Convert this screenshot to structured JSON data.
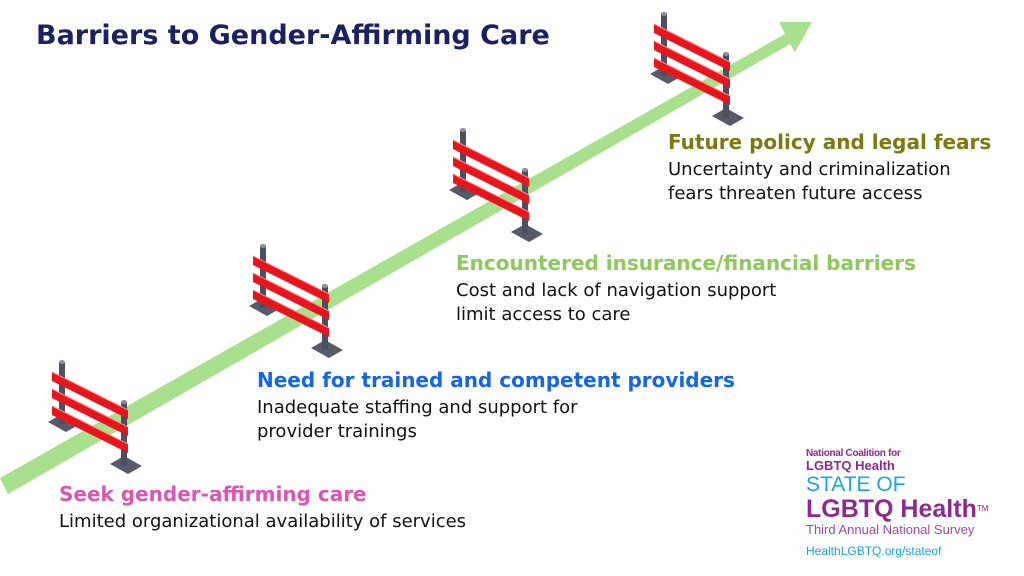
{
  "title": "Barriers to Gender-Affirming Care",
  "steps": [
    {
      "heading": "Seek gender-affirming care",
      "lines": [
        "Limited organizational availability of services"
      ],
      "color": "#d957b4"
    },
    {
      "heading": "Need for trained and competent providers",
      "lines": [
        "Inadequate staffing and support for",
        "provider trainings"
      ],
      "color": "#1565e6"
    },
    {
      "heading": "Encountered insurance/financial barriers",
      "lines": [
        "Cost and lack of navigation support",
        "limit access to care"
      ],
      "color": "#8cc85a"
    },
    {
      "heading": "Future policy and legal fears",
      "lines": [
        "Uncertainty and criminalization",
        "fears threaten future access"
      ],
      "color": "#7a7a12"
    }
  ],
  "logo": {
    "org_line1": "National Coalition for",
    "org_line2": "LGBTQ Health",
    "state_of": "STATE OF",
    "lgbtq_health": "LGBTQ Health",
    "tm": "TM",
    "subtitle": "Third Annual National Survey",
    "url": "HealthLGBTQ.org/stateof"
  },
  "colors": {
    "arrow": "#a9e08e",
    "rail": "#e8161c",
    "post": "#4a5060",
    "title": "#1b2060"
  }
}
